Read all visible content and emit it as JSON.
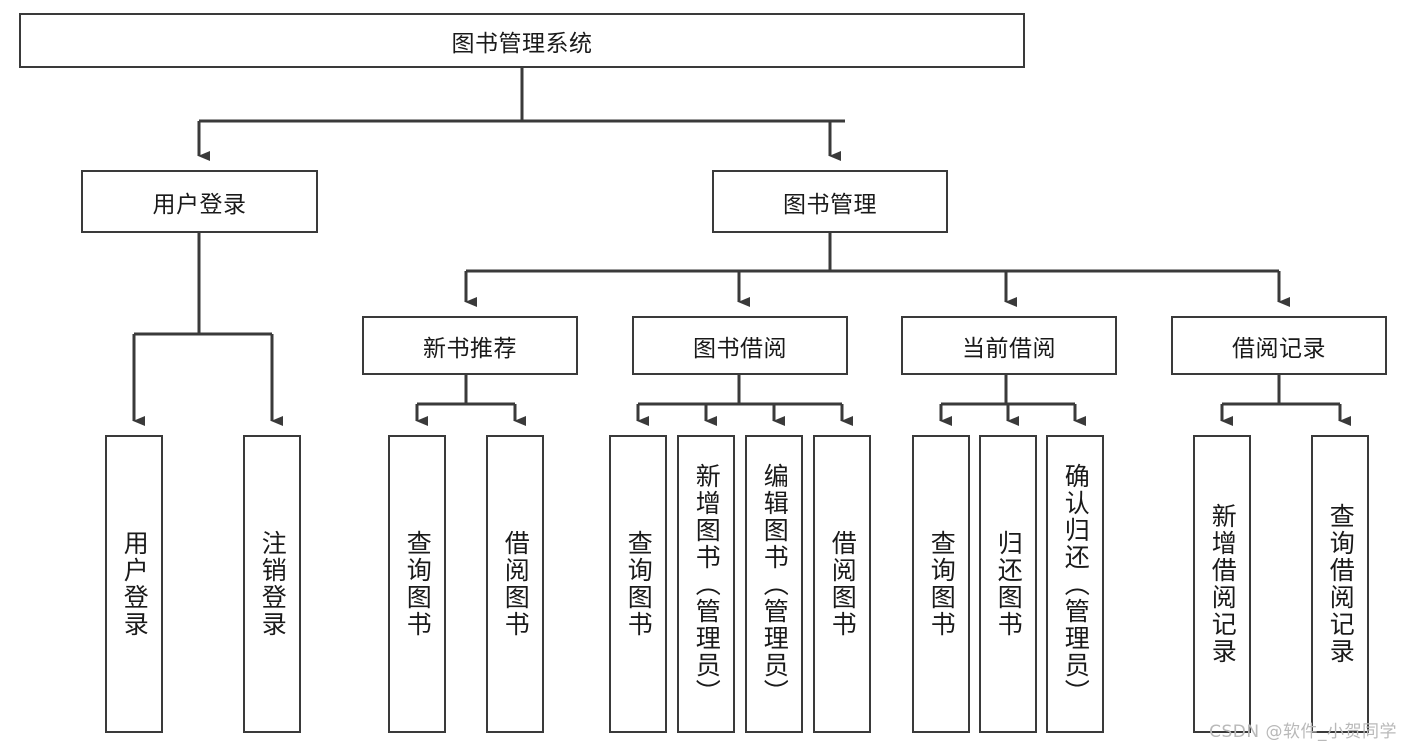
{
  "diagram": {
    "title": "图书管理系统",
    "type": "hierarchy-tree",
    "root": {
      "id": "root",
      "label": "图书管理系统"
    },
    "level2": [
      {
        "id": "user-login",
        "label": "用户登录"
      },
      {
        "id": "book-manage",
        "label": "图书管理"
      }
    ],
    "level3": [
      {
        "id": "new-book-rec",
        "label": "新书推荐",
        "parent": "book-manage"
      },
      {
        "id": "book-borrow",
        "label": "图书借阅",
        "parent": "book-manage"
      },
      {
        "id": "current-borrow",
        "label": "当前借阅",
        "parent": "book-manage"
      },
      {
        "id": "borrow-record",
        "label": "借阅记录",
        "parent": "book-manage"
      }
    ],
    "leaves": {
      "user_login": [
        {
          "id": "leaf-user-login",
          "label": "用户登录"
        },
        {
          "id": "leaf-logout",
          "label": "注销登录"
        }
      ],
      "new_book_rec": [
        {
          "id": "leaf-query-book-1",
          "label": "查询图书"
        },
        {
          "id": "leaf-borrow-book-1",
          "label": "借阅图书"
        }
      ],
      "book_borrow": [
        {
          "id": "leaf-query-book-2",
          "label": "查询图书"
        },
        {
          "id": "leaf-add-book",
          "label": "新增图书（管理员）"
        },
        {
          "id": "leaf-edit-book",
          "label": "编辑图书（管理员）"
        },
        {
          "id": "leaf-borrow-book-2",
          "label": "借阅图书"
        }
      ],
      "current_borrow": [
        {
          "id": "leaf-query-book-3",
          "label": "查询图书"
        },
        {
          "id": "leaf-return-book",
          "label": "归还图书"
        },
        {
          "id": "leaf-confirm-return",
          "label": "确认归还（管理员）"
        }
      ],
      "borrow_record": [
        {
          "id": "leaf-add-record",
          "label": "新增借阅记录"
        },
        {
          "id": "leaf-query-record",
          "label": "查询借阅记录"
        }
      ]
    },
    "colors": {
      "stroke": "#3a3a3a",
      "fill": "#ffffff",
      "text": "#1a1a1a",
      "watermark": "#b9b9b9"
    }
  },
  "watermark": {
    "text": "CSDN @软件_小贺同学"
  }
}
